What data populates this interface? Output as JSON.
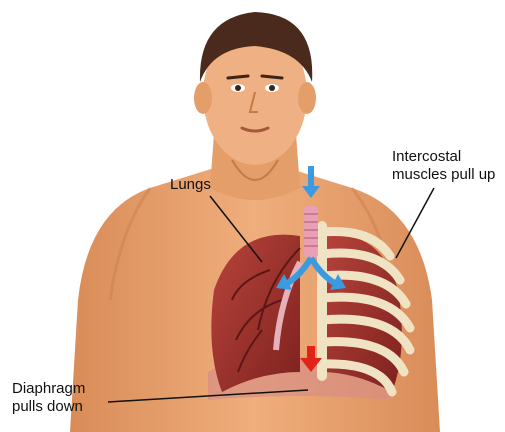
{
  "labels": {
    "lungs": "Lungs",
    "intercostal": [
      "Intercostal",
      "muscles pull up"
    ],
    "diaphragm": [
      "Diaphragm",
      "pulls down"
    ]
  },
  "colors": {
    "skin": "#e9a36e",
    "skin_shadow": "#c97f4f",
    "hair": "#4a2a1c",
    "lung": "#a8342e",
    "lung_dark": "#7a1f1c",
    "ribs": "#efe3c4",
    "rib_shadow": "#d9c89b",
    "airflow_arrow": "#3a9be0",
    "diaphragm_arrow": "#e2231a",
    "trachea": "#e8a0b4"
  },
  "icons": [
    "air-in-arrow-icon",
    "diaphragm-down-arrow-icon"
  ]
}
